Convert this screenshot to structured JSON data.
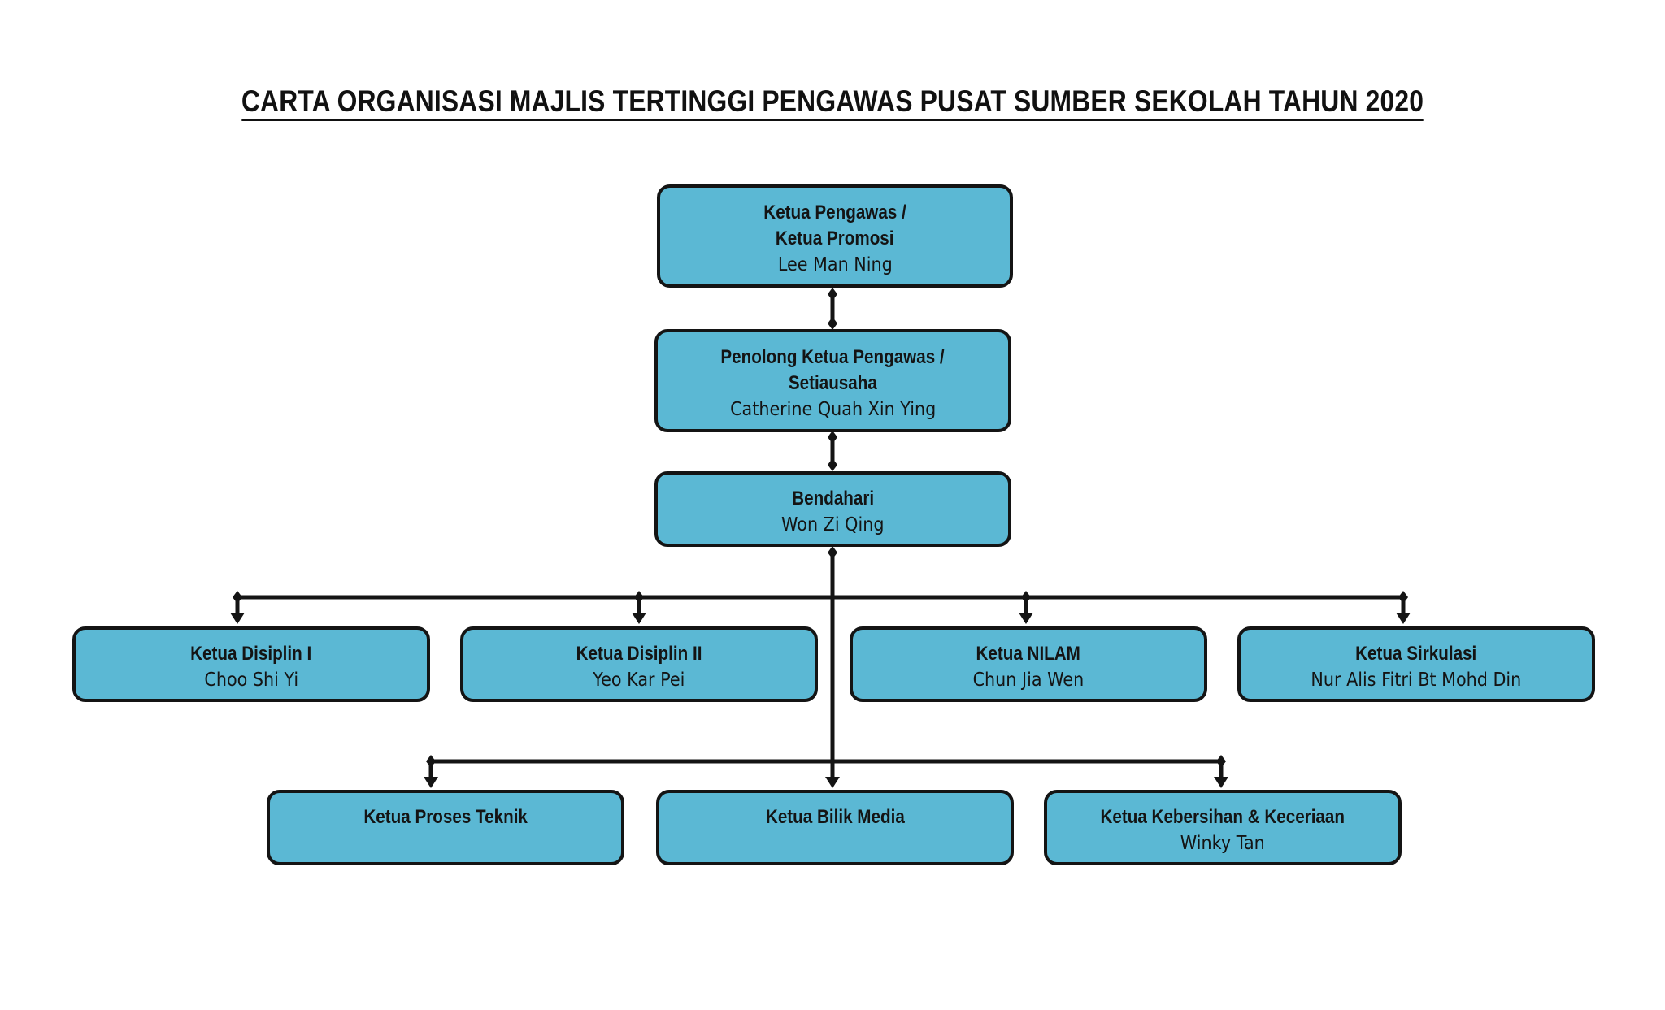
{
  "title": "CARTA ORGANISASI MAJLIS TERTINGGI PENGAWAS PUSAT SUMBER SEKOLAH TAHUN 2020",
  "colors": {
    "box_fill": "#5bb8d4",
    "box_border": "#141414",
    "line": "#141414"
  },
  "boxes": {
    "ketua_pengawas": {
      "role": "Ketua Pengawas /",
      "role2": "Ketua Promosi",
      "person": "Lee Man Ning"
    },
    "penolong": {
      "role": "Penolong Ketua Pengawas /",
      "role2": "Setiausaha",
      "person": "Catherine Quah Xin Ying"
    },
    "bendahari": {
      "role": "Bendahari",
      "person": "Won Zi Qing"
    },
    "disiplin1": {
      "role": "Ketua Disiplin I",
      "person": "Choo Shi Yi"
    },
    "disiplin2": {
      "role": "Ketua Disiplin II",
      "person": "Yeo Kar Pei"
    },
    "nilam": {
      "role": "Ketua NILAM",
      "person": "Chun Jia Wen"
    },
    "sirkulasi": {
      "role": "Ketua Sirkulasi",
      "person": "Nur Alis Fitri Bt Mohd Din"
    },
    "proses_teknik": {
      "role": "Ketua Proses Teknik"
    },
    "bilik_media": {
      "role": "Ketua Bilik Media"
    },
    "kebersihan": {
      "role": "Ketua Kebersihan & Keceriaan",
      "person": "Winky Tan"
    }
  }
}
